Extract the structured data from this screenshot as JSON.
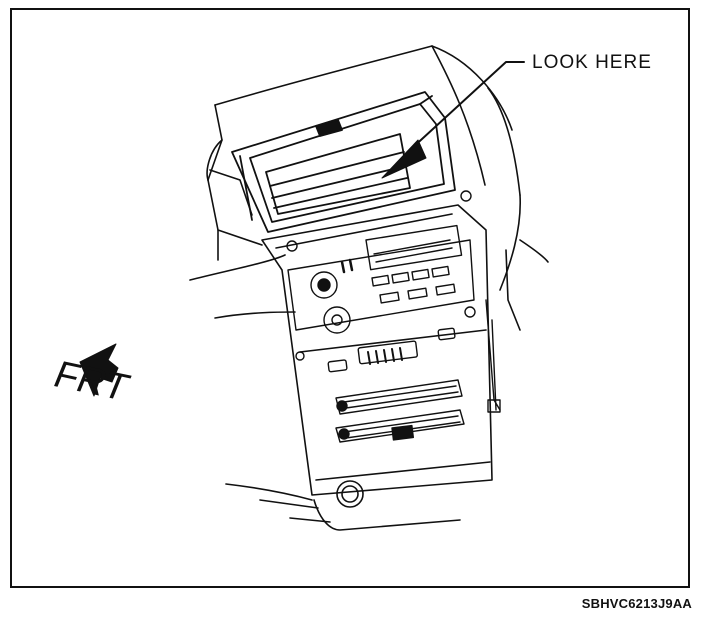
{
  "labels": {
    "callout": "LOOK HERE",
    "direction": "FRT"
  },
  "figure_code": "SBHVC6213J9AA",
  "colors": {
    "ink": "#111111",
    "paper": "#ffffff"
  }
}
